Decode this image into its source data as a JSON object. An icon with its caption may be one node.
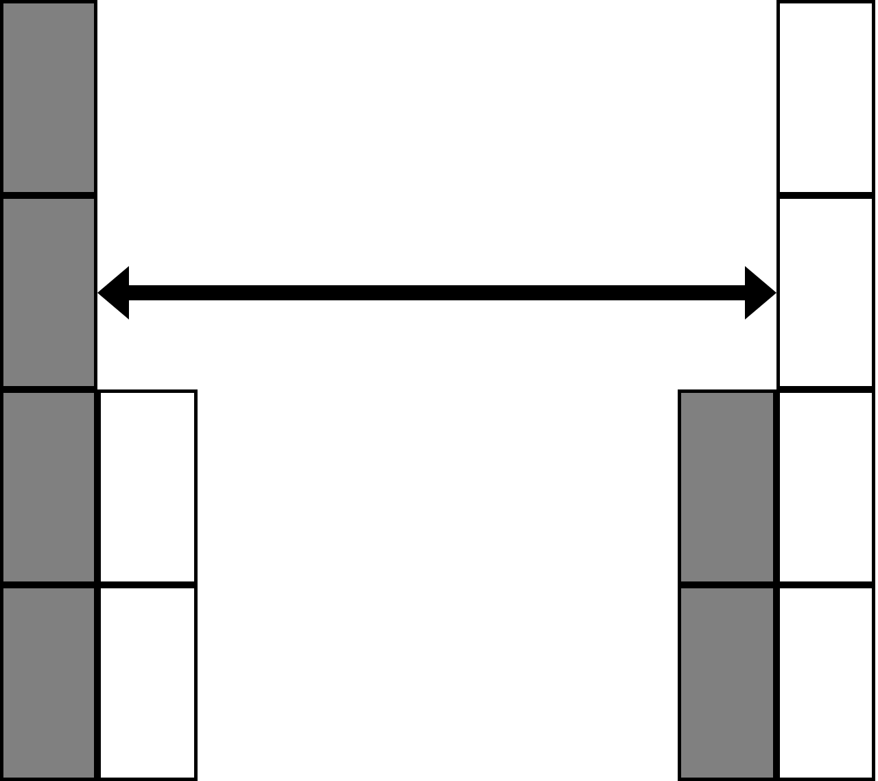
{
  "diagram": {
    "nodes": [
      {
        "text": [],
        "shape": "box"
      },
      {
        "text": [],
        "shape": "box"
      },
      {
        "text": [],
        "shape": "box"
      },
      {
        "text": [],
        "shape": "box"
      },
      {
        "text": [],
        "shape": "box"
      },
      {
        "text": [],
        "shape": "box"
      },
      {
        "text": [],
        "shape": "box"
      },
      {
        "text": [],
        "shape": "box"
      },
      {
        "text": [],
        "shape": "box"
      },
      {
        "text": [],
        "shape": "box"
      },
      {
        "text": [],
        "shape": "box"
      },
      {
        "text": [],
        "shape": "box"
      }
    ],
    "edges": [
      {
        "from": 1,
        "to": 7,
        "arrow": "both"
      }
    ]
  }
}
